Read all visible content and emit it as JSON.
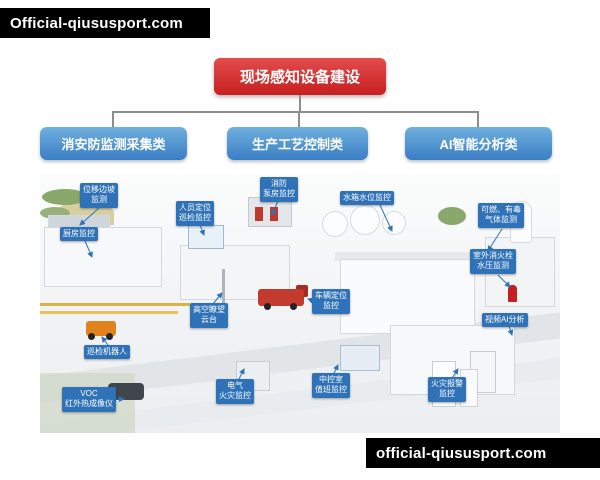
{
  "banners": {
    "top": "Official-qiususport.com",
    "bottom": "official-qiususport.com"
  },
  "org_chart": {
    "root": {
      "label": "现场感知设备建设"
    },
    "children": [
      {
        "label": "消安防监测采集类"
      },
      {
        "label": "生产工艺控制类"
      },
      {
        "label": "AI智能分析类"
      }
    ]
  },
  "diagram": {
    "labels": [
      {
        "id": "slope-displacement-monitoring",
        "text": "位移边坡\n监测"
      },
      {
        "id": "personnel-positioning-patrol",
        "text": "人员定位\n巡检监控"
      },
      {
        "id": "fire-pump-room-monitoring",
        "text": "消防\n泵房监控"
      },
      {
        "id": "water-tank-level-monitoring",
        "text": "水箱水位监控"
      },
      {
        "id": "gas-detection",
        "text": "可燃、有毒\n气体监测"
      },
      {
        "id": "kitchen-monitoring",
        "text": "厨房监控"
      },
      {
        "id": "outdoor-hydrant-pressure",
        "text": "室外消火栓\n水压监测"
      },
      {
        "id": "high-altitude-ptz",
        "text": "高空瞭望\n云台"
      },
      {
        "id": "vehicle-positioning-monitoring",
        "text": "车辆定位\n监控"
      },
      {
        "id": "video-ai-analysis",
        "text": "视频AI分析"
      },
      {
        "id": "inspection-robot",
        "text": "巡检机器人"
      },
      {
        "id": "electrical-fire-monitoring",
        "text": "电气\n火灾监控"
      },
      {
        "id": "control-room-duty-monitoring",
        "text": "中控室\n值班监控"
      },
      {
        "id": "fire-alarm-monitoring",
        "text": "火灾报警\n监控"
      },
      {
        "id": "voc-thermal-imager",
        "text": "VOC\n红外热成像仪"
      }
    ]
  },
  "colors": {
    "root_node_red": "#c61f1f",
    "branch_node_blue": "#3a7ec5",
    "label_tag_blue": "#2f72b8",
    "banner_black": "#000000"
  }
}
